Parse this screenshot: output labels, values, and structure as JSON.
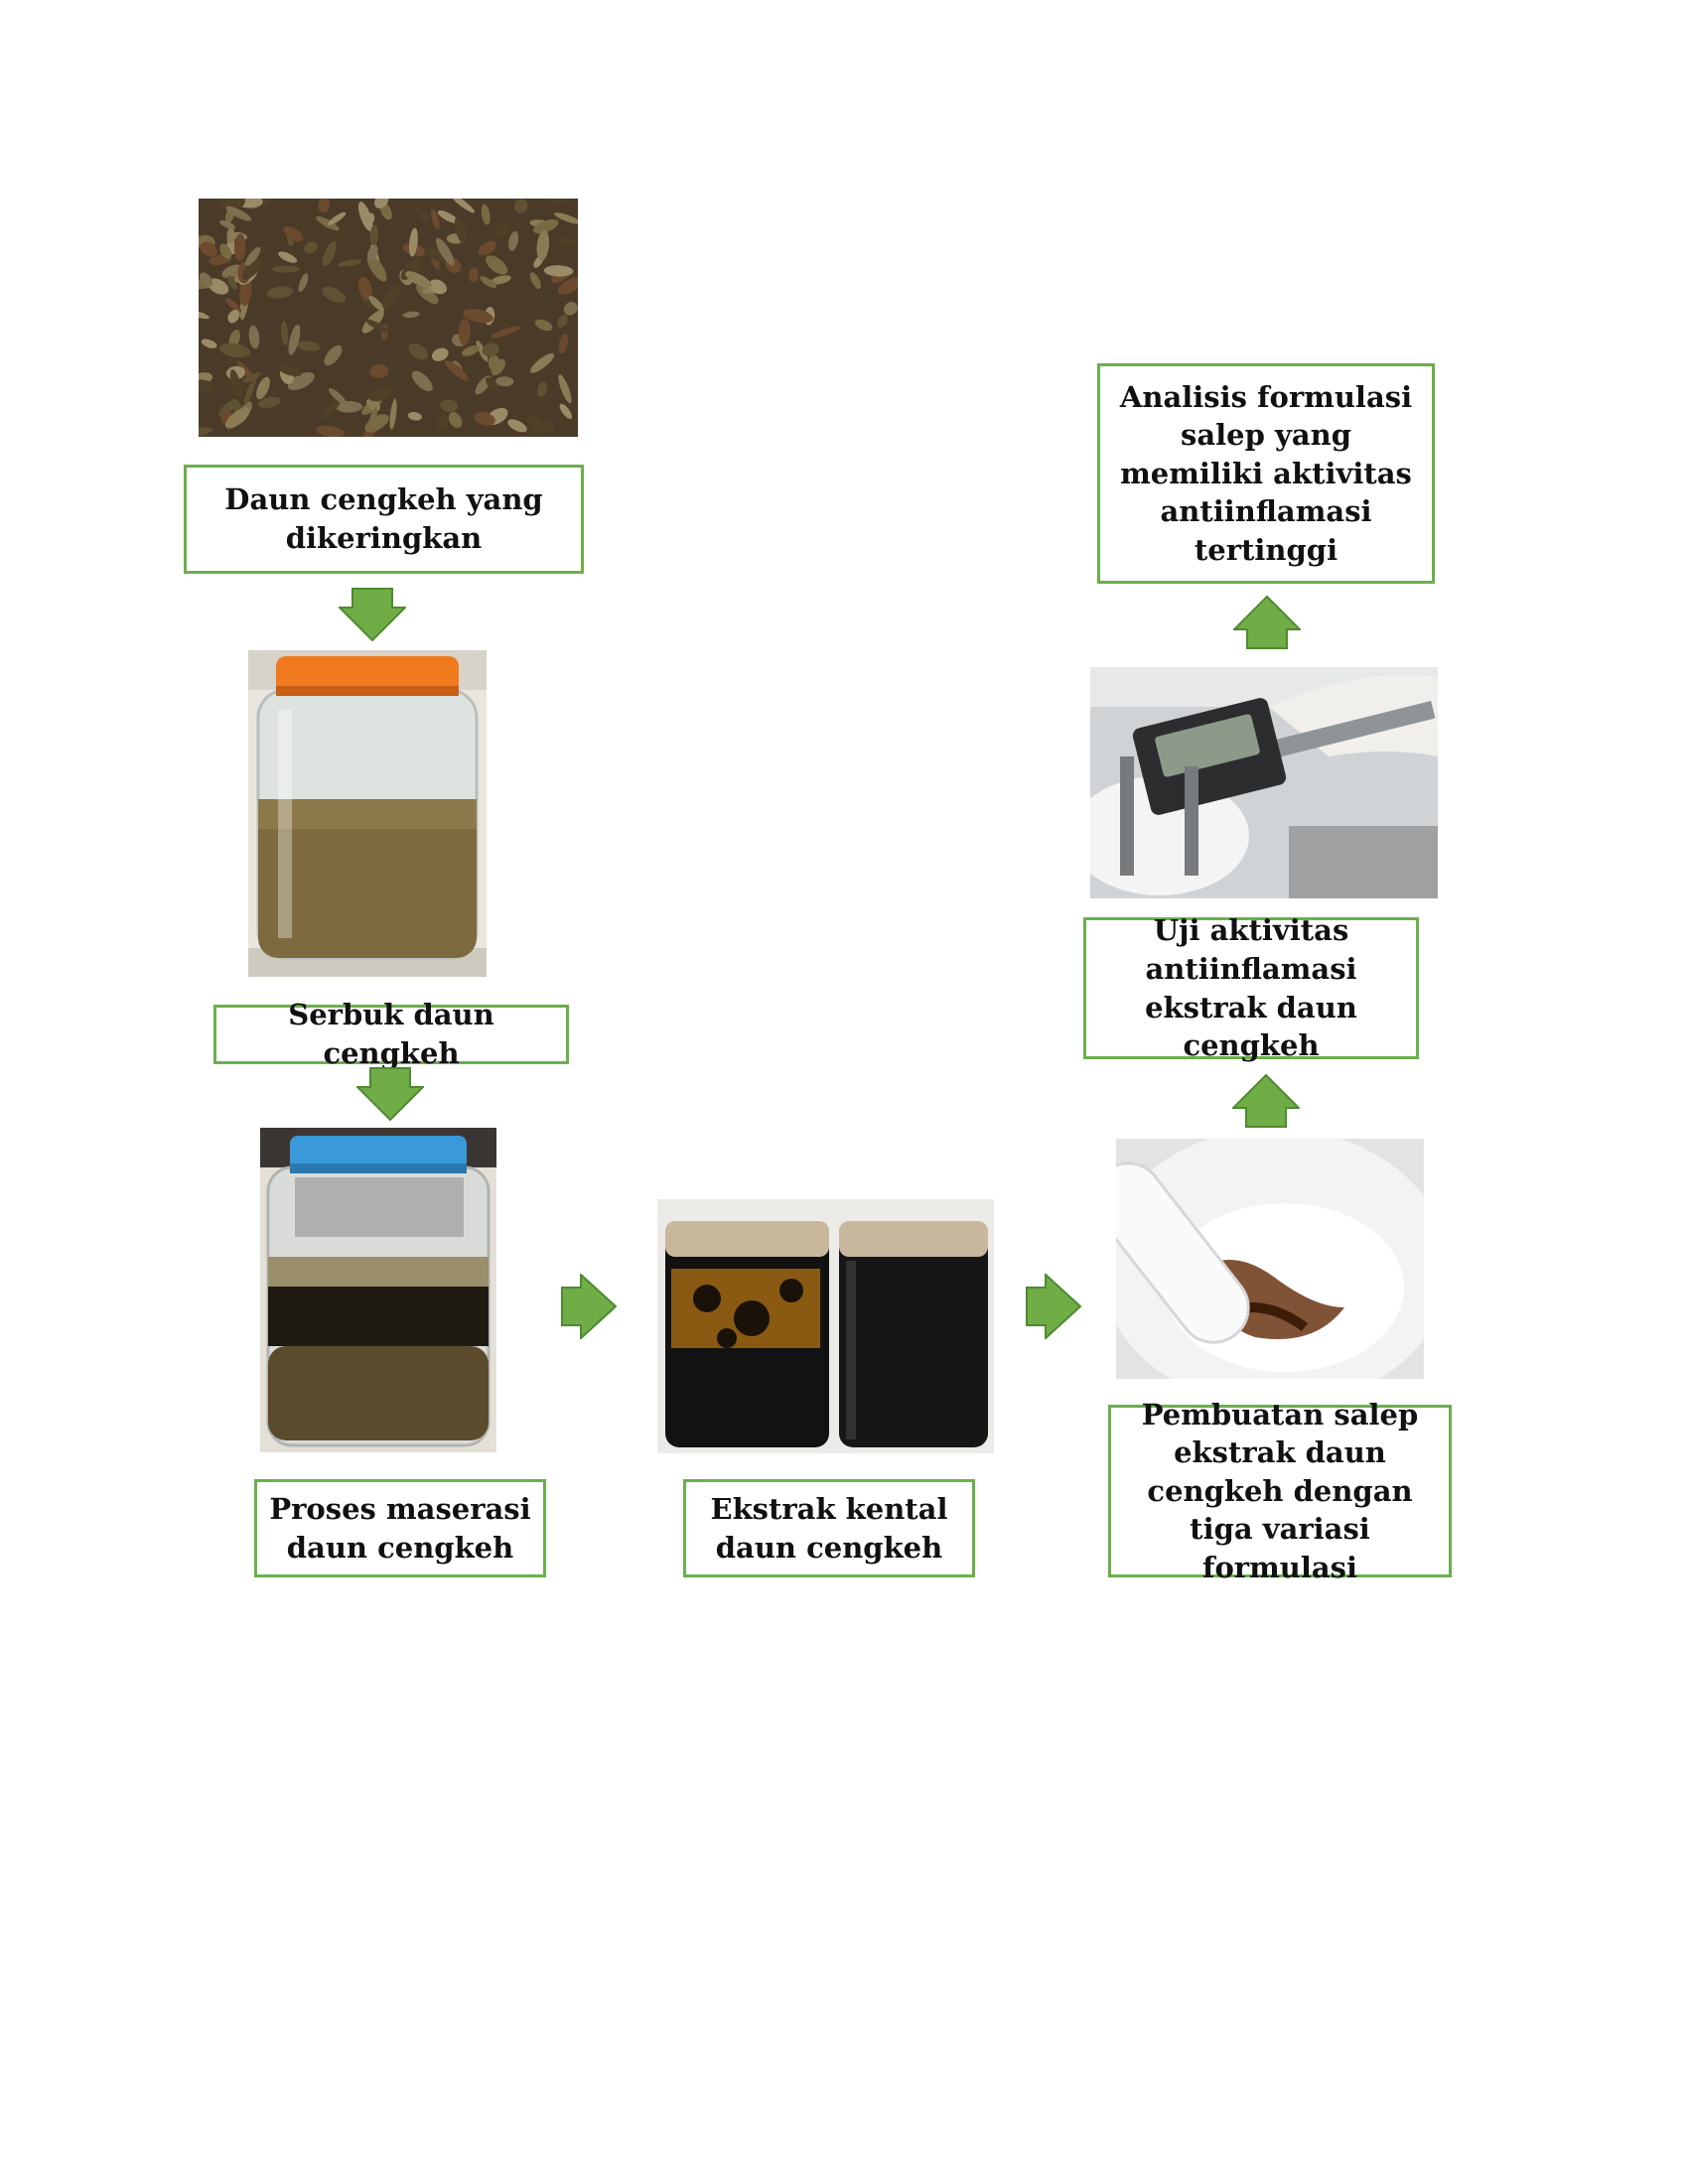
{
  "steps": {
    "dried_leaves": "Daun cengkeh yang dikeringkan",
    "powder": "Serbuk daun cengkeh",
    "maceration": "Proses maserasi daun cengkeh",
    "thick_extract": "Ekstrak kental daun cengkeh",
    "ointment": "Pembuatan salep ekstrak daun cengkeh dengan tiga variasi formulasi",
    "anti_inflammatory_test": "Uji aktivitas antiinflamasi ekstrak daun cengkeh",
    "analysis": "Analisis formulasi salep yang memiliki aktivitas antiinflamasi tertinggi"
  },
  "colors": {
    "box_border": "#6ab04c",
    "arrow_fill": "#70ad47",
    "arrow_stroke": "#4e8a30"
  },
  "icons": {
    "arrow_down": "arrow-down-icon",
    "arrow_right": "arrow-right-icon",
    "arrow_up": "arrow-up-icon"
  }
}
